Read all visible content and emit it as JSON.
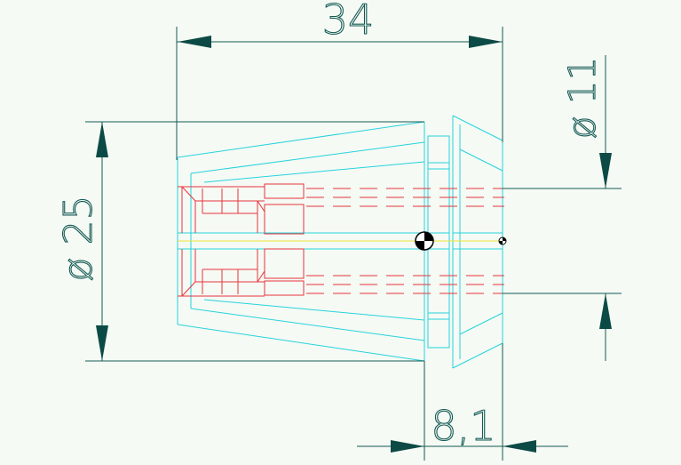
{
  "drawing": {
    "dimensions": {
      "overall_length": "34",
      "outer_diameter": "ø 25",
      "bore_diameter": "ø 11",
      "nose_length": "8,1"
    }
  },
  "colors": {
    "background": "#f5faf4",
    "dimension_lines": "#155a55",
    "arrowheads": "#0c4a45",
    "outline": "#27d3dc",
    "hidden_lines": "#e8343c",
    "center_line": "#f0e23a",
    "origin_marker": "#000000"
  }
}
